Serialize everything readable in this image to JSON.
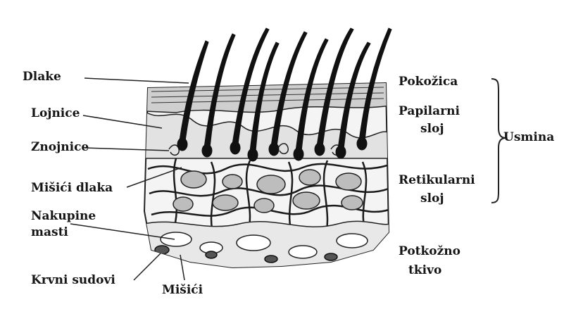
{
  "left_labels": {
    "dlake": "Dlake",
    "lojnice": "Lojnice",
    "znojnice": "Znojnice",
    "misici_dlaka": "Mišići dlaka",
    "nakupine_masti_line1": "Nakupine",
    "nakupine_masti_line2": "masti",
    "krvni_sudovi": "Krvni sudovi",
    "misici": "Mišići"
  },
  "right_labels": {
    "pokozica": "Pokožica",
    "papilarni_line1": "Papilarni",
    "papilarni_line2": "sloj",
    "retikularni_line1": "Retikularni",
    "retikularni_line2": "sloj",
    "potkozno_line1": "Potkožno",
    "potkozno_line2": "tkivo",
    "usmina": "Usmina"
  }
}
